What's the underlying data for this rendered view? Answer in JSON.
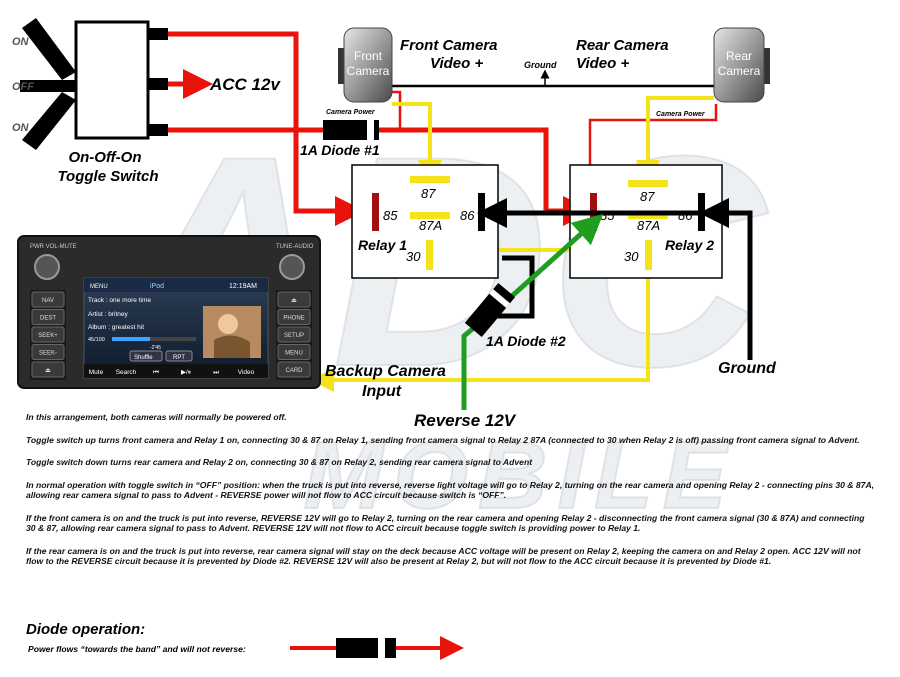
{
  "watermark": {
    "top": "ADC",
    "bottom": "MOBILE"
  },
  "toggle": {
    "on_top": "ON",
    "off": "OFF",
    "on_bottom": "ON",
    "caption_line1": "On-Off-On",
    "caption_line2": "Toggle Switch",
    "acc_label": "ACC 12v"
  },
  "cameras": {
    "front_line1": "Front",
    "front_line2": "Camera",
    "rear_line1": "Rear",
    "rear_line2": "Camera",
    "front_video_line1": "Front Camera",
    "front_video_line2": "Video +",
    "rear_video_line1": "Rear Camera",
    "rear_video_line2": "Video +",
    "ground_small": "Ground",
    "power_front": "Camera Power",
    "power_rear": "Camera Power"
  },
  "diodes": {
    "diode1": "1A Diode #1",
    "diode2": "1A Diode #2"
  },
  "relay1": {
    "name": "Relay 1",
    "p85": "85",
    "p86": "86",
    "p87": "87",
    "p87a": "87A",
    "p30": "30"
  },
  "relay2": {
    "name": "Relay 2",
    "p85": "85",
    "p86": "86",
    "p87": "87",
    "p87a": "87A",
    "p30": "30"
  },
  "labels": {
    "ground": "Ground",
    "backup_line1": "Backup Camera",
    "backup_line2": "Input",
    "reverse": "Reverse 12V"
  },
  "headunit": {
    "top_left": "PWR VOL-MUTE",
    "top_right": "TUNE-AUDIO",
    "left_buttons": [
      "NAV",
      "DEST",
      "SEEK+",
      "SEEK-",
      "⏏"
    ],
    "right_buttons": [
      "⏏",
      "PHONE",
      "SETUP",
      "MENU",
      "CARD"
    ],
    "status_menu": "MENU",
    "status_source": "iPod",
    "status_time": "12:19AM",
    "track": "Track  : one more time",
    "artist": "Artist  : britney",
    "album": "Album : greatest hit",
    "progress": "45/100",
    "elapsed": "-2'45",
    "shuffle": "Shuffle",
    "rpt": "RPT",
    "bottom_bar": [
      "Mute",
      "Search",
      "⏮",
      "▶/⏸",
      "⏭",
      "Video"
    ]
  },
  "notes": [
    "In this arrangement, both cameras will normally be powered off.",
    "Toggle switch up turns front camera and Relay 1 on, connecting 30 & 87 on Relay 1, sending front camera signal to Relay 2 87A (connected to 30 when Relay 2 is off) passing front camera signal to Advent.",
    "Toggle switch down turns rear camera and Relay 2 on, connecting 30 & 87 on Relay 2, sending rear camera signal to Advent",
    "In normal operation with toggle switch in “OFF” position: when the truck is put into reverse, reverse light voltage will go to Relay 2, turning on the rear camera and opening Relay 2 - connecting pins 30 & 87A, allowing rear camera signal to pass to Advent - REVERSE power will not flow to ACC circuit because switch is “OFF”.",
    "If the front camera is on and the truck is put into reverse, REVERSE 12V will go to Relay 2, turning on the rear camera and opening Relay 2 - disconnecting the front camera signal (30 & 87A) and connecting 30 & 87, allowing rear camera signal to pass to Advent. REVERSE 12V will not flow to ACC circuit because toggle switch is providing power to Relay 1.",
    "If the rear camera is on and the truck is put into reverse, rear camera signal will stay on the deck because ACC voltage will be present on Relay 2, keeping the camera on and Relay 2 open. ACC 12V will not flow to the REVERSE circuit because it is prevented by Diode #2. REVERSE 12V will also be present at Relay 2, but will not flow to the ACC circuit because it is prevented by Diode #1."
  ],
  "diode_operation": {
    "title": "Diode operation:",
    "note": "Power flows “towards the band” and will not reverse:"
  }
}
